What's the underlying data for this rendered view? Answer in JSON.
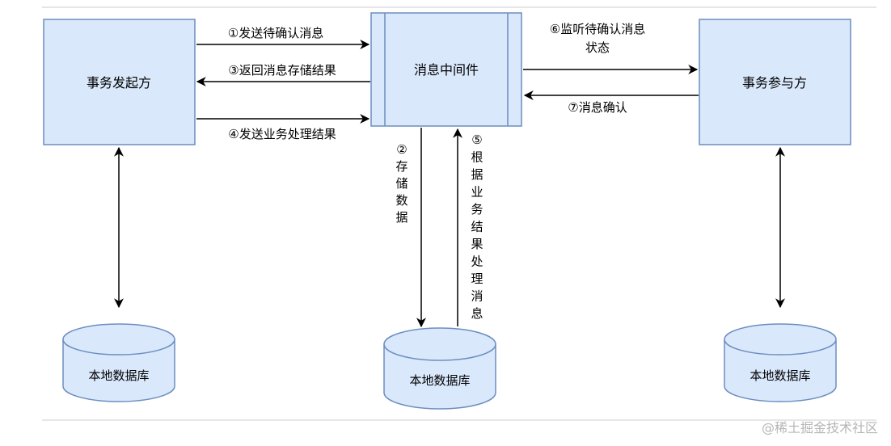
{
  "nodes": {
    "initiator": "事务发起方",
    "middleware": "消息中间件",
    "participant": "事务参与方",
    "db_left": "本地数据库",
    "db_middle": "本地数据库",
    "db_right": "本地数据库"
  },
  "edges": {
    "send_pending": "①发送待确认消息",
    "return_store_result": "③返回消息存储结果",
    "send_business_result": "④发送业务处理结果",
    "listen_pending_line1": "⑥监听待确认消息",
    "listen_pending_line2": "状态",
    "confirm_message": "⑦消息确认",
    "store_data": "②存储数据",
    "process_by_result": "⑤根据业务结果处理消息"
  },
  "watermark": "@稀土掘金技术社区",
  "colors": {
    "node_fill": "#dae8fc",
    "node_stroke": "#6c8ebf",
    "arrow": "#000000",
    "text": "#000000"
  }
}
